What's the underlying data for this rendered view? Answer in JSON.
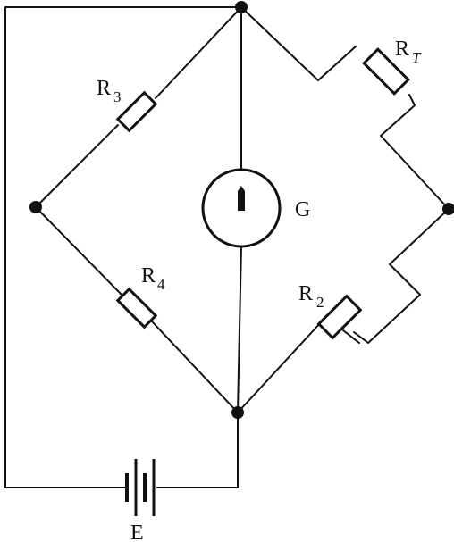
{
  "labels": {
    "r3": {
      "main": "R",
      "sub": "3"
    },
    "r4": {
      "main": "R",
      "sub": "4"
    },
    "rt": {
      "main": "R",
      "sub": "T"
    },
    "r2": {
      "main": "R",
      "sub": "2"
    },
    "g": "G",
    "e": "E"
  }
}
